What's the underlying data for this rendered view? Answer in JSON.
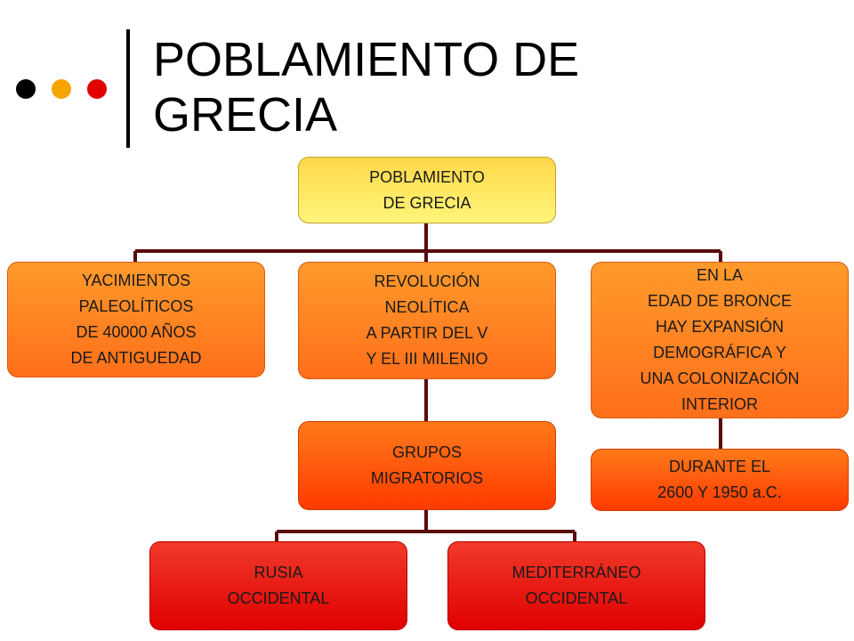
{
  "title": {
    "line1": "POBLAMIENTO DE",
    "line2": "GRECIA"
  },
  "bullets": [
    {
      "name": "dot-black",
      "color": "#000000"
    },
    {
      "name": "dot-orange",
      "color": "#f5a400"
    },
    {
      "name": "dot-red",
      "color": "#e00000"
    }
  ],
  "diagram": {
    "root": {
      "lines": [
        "POBLAMIENTO",
        "DE GRECIA"
      ]
    },
    "yacimientos": {
      "lines": [
        "YACIMIENTOS",
        "PALEOLÍTICOS",
        "DE 40000 AÑOS",
        "DE ANTIGUEDAD"
      ]
    },
    "revolucion": {
      "lines": [
        "REVOLUCIÓN",
        "NEOLÍTICA",
        "A PARTIR DEL V",
        "Y EL III MILENIO"
      ]
    },
    "bronce": {
      "lines": [
        "EN LA",
        "EDAD DE BRONCE",
        "HAY EXPANSIÓN",
        "DEMOGRÁFICA Y",
        "UNA COLONIZACIÓN",
        "INTERIOR"
      ]
    },
    "grupos": {
      "lines": [
        "GRUPOS",
        "MIGRATORIOS"
      ]
    },
    "durante": {
      "lines": [
        "DURANTE EL",
        "2600 Y 1950 a.C."
      ]
    },
    "rusia": {
      "lines": [
        "RUSIA",
        "OCCIDENTAL"
      ]
    },
    "mediterraneo": {
      "lines": [
        "MEDITERRÁNEO",
        "OCCIDENTAL"
      ]
    }
  },
  "colors": {
    "connector": "#5a0a0a"
  }
}
